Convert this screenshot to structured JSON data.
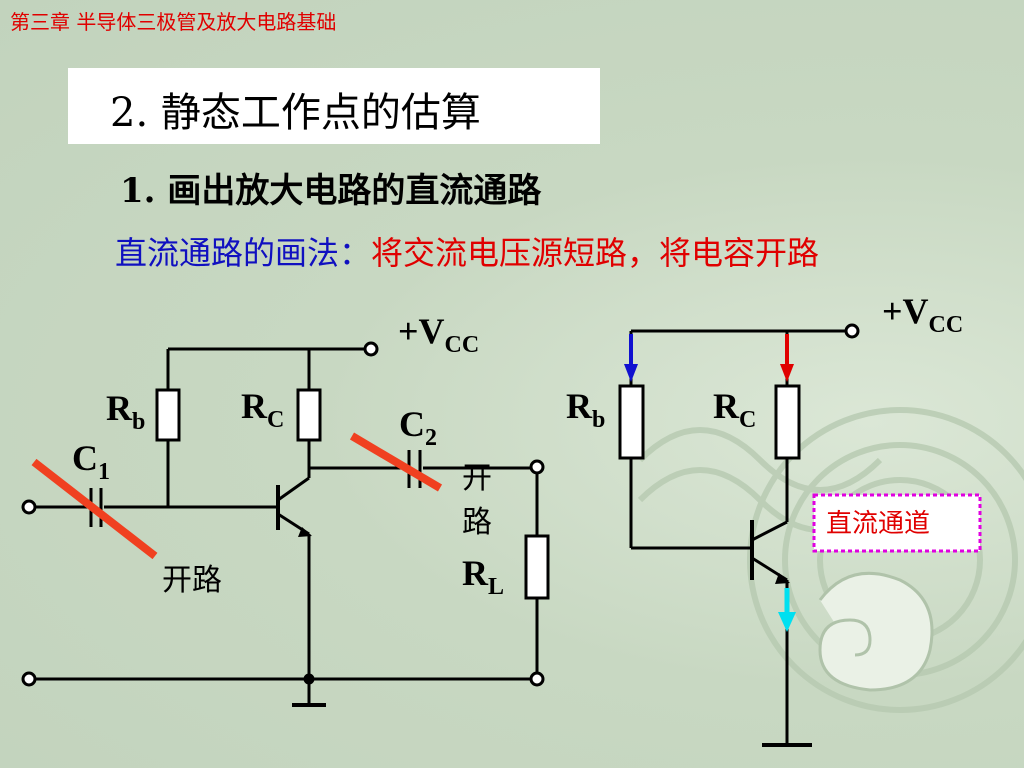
{
  "chapter_header": "第三章  半导体三极管及放大电路基础",
  "title": "2.  静态工作点的估算",
  "step": "1. 画出放大电路的直流通路",
  "method": {
    "label": "直流通路的画法：",
    "text": "将交流电压源短路，将电容开路"
  },
  "left_circuit": {
    "vcc": {
      "main": "+V",
      "sub": "CC"
    },
    "rb": {
      "main": "R",
      "sub": "b"
    },
    "rc": {
      "main": "R",
      "sub": "C"
    },
    "c1": {
      "main": "C",
      "sub": "1"
    },
    "c2": {
      "main": "C",
      "sub": "2"
    },
    "rl": {
      "main": "R",
      "sub": "L"
    },
    "open_circuit_c1": "开路",
    "open_circuit_c2_line1": "开",
    "open_circuit_c2_line2": "路"
  },
  "right_circuit": {
    "vcc": {
      "main": "+V",
      "sub": "CC"
    },
    "rb": {
      "main": "R",
      "sub": "b"
    },
    "rc": {
      "main": "R",
      "sub": "C"
    },
    "dc_path_label": "直流通道"
  },
  "colors": {
    "chapter": "#e00000",
    "method_label": "#1010c0",
    "method_text": "#e00000",
    "strike": "#f04020",
    "arrow_blue": "#1010d0",
    "arrow_red": "#e00000",
    "arrow_cyan": "#00e0f0",
    "dc_box": "#e000e0"
  }
}
